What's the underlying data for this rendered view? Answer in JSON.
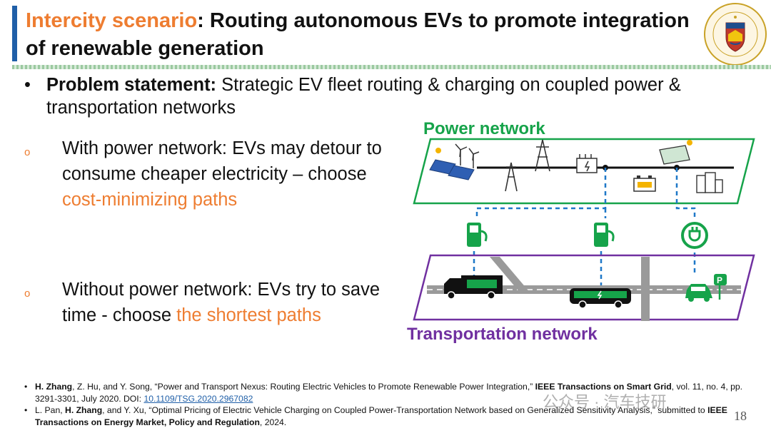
{
  "slide": {
    "title_accent": "Intercity scenario",
    "title_rest": ": Routing autonomous EVs to promote integration of renewable generation",
    "page_number": "18"
  },
  "bullet": {
    "label": "Problem statement:",
    "text": " Strategic EV fleet routing & charging on coupled power & transportation networks"
  },
  "sub1": {
    "text": "With power network: EVs may detour to consume cheaper electricity – choose ",
    "highlight": "cost-minimizing paths"
  },
  "sub2": {
    "text": "Without power network: EVs try to save time - choose ",
    "highlight": "the shortest paths"
  },
  "diagram": {
    "power_label": "Power network",
    "transport_label": "Transportation network",
    "power_color": "#16a34a",
    "transport_color": "#7030a0",
    "link_color": "#1f78c8",
    "icons": [
      "solar-panel-icon",
      "wind-turbine-icon",
      "transmission-tower-icon",
      "transformer-icon",
      "battery-icon",
      "rooftop-solar-icon",
      "buildings-icon",
      "charging-station-icon",
      "wireless-charging-icon",
      "truck-icon",
      "bus-icon",
      "car-icon",
      "parking-sign-icon"
    ]
  },
  "references": [
    {
      "author_bold": "H. Zhang",
      "authors_rest": ", Z. Hu, and Y. Song, “Power and Transport Nexus: Routing Electric Vehicles to Promote Renewable Power Integration,” ",
      "venue": "IEEE Transactions on Smart Grid",
      "details": ", vol. 11, no. 4, pp. 3291-3301, July 2020. DOI: ",
      "doi": "10.1109/TSG.2020.2967082"
    },
    {
      "author_pre": "L. Pan, ",
      "author_bold": "H. Zhang",
      "authors_rest": ", and Y. Xu, “Optimal Pricing of Electric Vehicle Charging on Coupled Power-Transportation Network based on Generalized Sensitivity Analysis,” submitted to ",
      "venue": "IEEE Transactions on Energy Market, Policy and Regulation",
      "details": ", 2024."
    }
  ],
  "watermark": "公众号 · 汽车技研"
}
